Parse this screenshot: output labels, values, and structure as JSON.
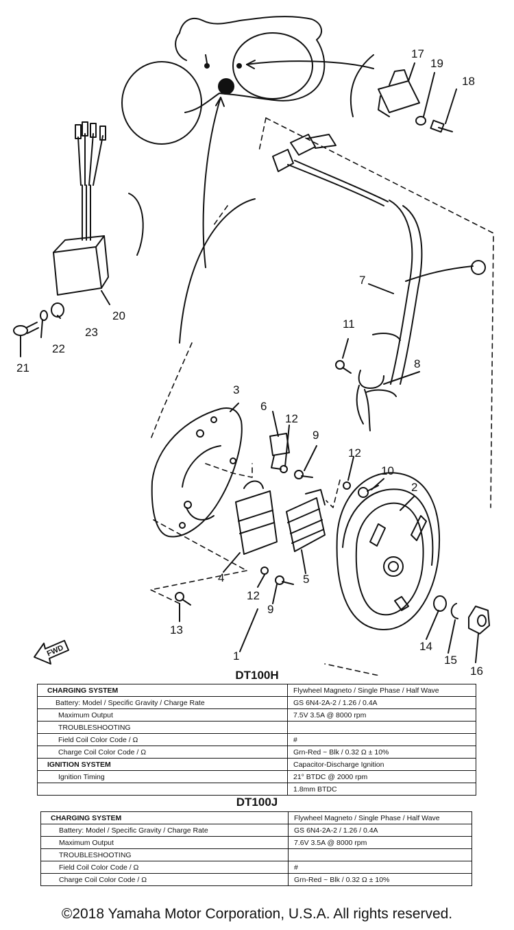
{
  "callouts": [
    "1",
    "2",
    "3",
    "4",
    "5",
    "6",
    "7",
    "8",
    "9",
    "9",
    "10",
    "11",
    "12",
    "12",
    "12",
    "13",
    "14",
    "15",
    "16",
    "17",
    "18",
    "19",
    "20",
    "21",
    "22",
    "23"
  ],
  "fwd_label": "FWD",
  "tables": [
    {
      "title": "DT100H",
      "rows": [
        {
          "label": "CHARGING SYSTEM",
          "value": "Flywheel Magneto / Single Phase / Half Wave"
        },
        {
          "label": "Battery: Model / Specific Gravity / Charge Rate",
          "value": "GS 6N4-2A-2 / 1.26 / 0.4A"
        },
        {
          "label": "Maximum Output",
          "value": "7.5V 3.5A @ 8000 rpm"
        },
        {
          "label": "TROUBLESHOOTING",
          "value": ""
        },
        {
          "label": "Field Coil Color Code / Ω",
          "value": "#"
        },
        {
          "label": "Charge Coil Color Code / Ω",
          "value": "Grn-Red ~ Blk / 0.32 Ω ± 10%"
        },
        {
          "label": "IGNITION SYSTEM",
          "value": "Capacitor-Discharge Ignition"
        },
        {
          "label": "Ignition Timing",
          "value": "21° BTDC @ 2000 rpm"
        },
        {
          "label": "",
          "value": "1.8mm BTDC"
        }
      ]
    },
    {
      "title": "DT100J",
      "rows": [
        {
          "label": "CHARGING SYSTEM",
          "value": "Flywheel Magneto / Single Phase / Half Wave"
        },
        {
          "label": "Battery: Model / Specific Gravity / Charge Rate",
          "value": "GS 6N4-2A-2 / 1.26 / 0.4A"
        },
        {
          "label": "Maximum Output",
          "value": "7.6V 3.5A @ 8000 rpm"
        },
        {
          "label": "TROUBLESHOOTING",
          "value": ""
        },
        {
          "label": "Field Coil Color Code / Ω",
          "value": "#"
        },
        {
          "label": "Charge Coil Color Code / Ω",
          "value": "Grn-Red ~ Blk / 0.32 Ω ± 10%"
        }
      ]
    }
  ],
  "copyright": "©2018 Yamaha Motor Corporation, U.S.A. All rights reserved."
}
